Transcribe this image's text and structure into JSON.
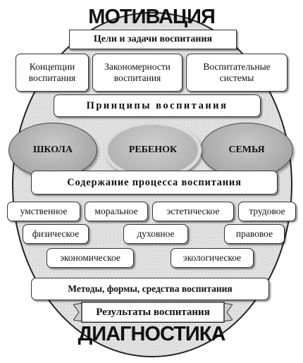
{
  "diagram": {
    "top_heading": "МОТИВАЦИЯ",
    "bottom_heading": "ДИАГНОСТИКА",
    "goals": "Цели и задачи воспитания",
    "concepts": "Концепции воспитания",
    "laws": "Закономерности воспитания",
    "systems": "Воспитательные системы",
    "principles": "Принципы воспитания",
    "agents": {
      "school": "ШКОЛА",
      "child": "РЕБЕНОК",
      "family": "СЕМЬЯ"
    },
    "content": "Содержание процесса воспитания",
    "types": {
      "mental": "умственное",
      "moral": "моральное",
      "aesthetic": "эстетическое",
      "labor": "трудовое",
      "physical": "физическое",
      "spiritual": "духовное",
      "legal": "правовое",
      "economic": "экономическое",
      "ecological": "экологическое"
    },
    "methods": "Методы, формы, средства воспитания",
    "results": "Результаты воспитания"
  },
  "colors": {
    "ellipse_fill": "#dedede",
    "oval_fill": "#ababab",
    "border": "#333333"
  }
}
